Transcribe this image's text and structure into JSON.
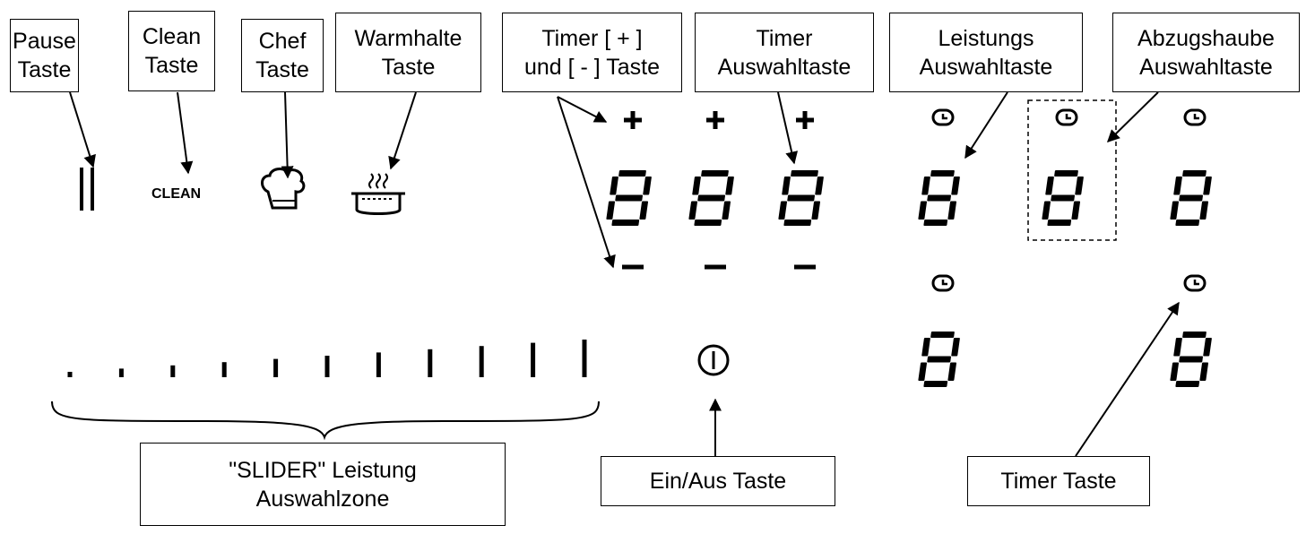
{
  "labels": {
    "pause": "Pause\nTaste",
    "clean": "Clean\nTaste",
    "chef": "Chef\nTaste",
    "warm": "Warmhalte\nTaste",
    "timer_pm": "Timer [ + ]\nund [ - ] Taste",
    "timer_select": "Timer\nAuswahltaste",
    "power_select": "Leistungs\nAuswahltaste",
    "hood_select": "Abzugshaube\nAuswahltaste",
    "slider": "\"SLIDER\" Leistung\nAuswahlzone",
    "onoff": "Ein/Aus Taste",
    "timer_key": "Timer Taste"
  },
  "panel": {
    "clean_text": "CLEAN",
    "seven_seg_char": "8",
    "plus": "+",
    "minus": "–",
    "slider_levels": 11
  },
  "icons": [
    "pause-icon",
    "chef-hat-icon",
    "warming-pot-icon",
    "power-icon",
    "clock-icon"
  ]
}
